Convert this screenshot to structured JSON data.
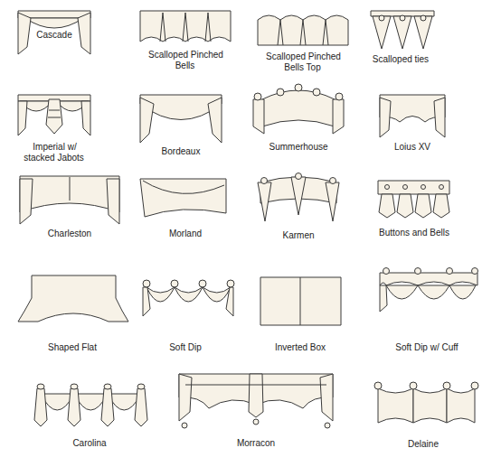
{
  "diagram": {
    "labels": [
      "Cascade",
      "Scalloped Pinched Bells",
      "Scalloped Pinched Bells Top",
      "Scalloped ties",
      "Imperial w/ stacked Jabots",
      "Bordeaux",
      "Summerhouse",
      "Loius XV",
      "Charleston",
      "Morland",
      "Karmen",
      "Buttons and Bells",
      "Shaped Flat",
      "Soft Dip",
      "Inverted Box",
      "Soft Dip w/ Cuff",
      "Carolina",
      "Morracon",
      "Delaine"
    ]
  }
}
